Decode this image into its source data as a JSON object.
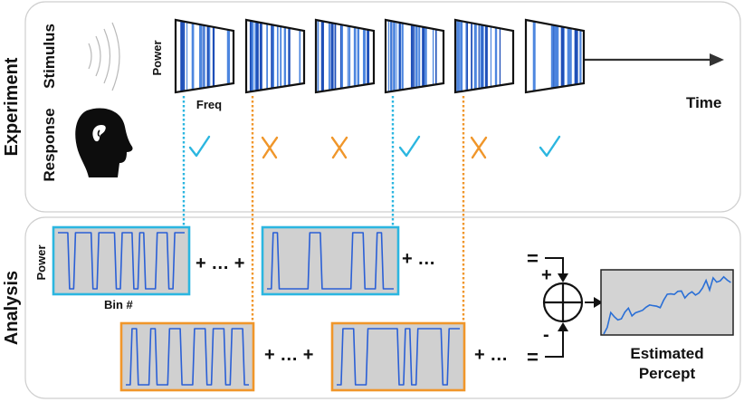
{
  "panels": {
    "experiment": {
      "title": "Experiment",
      "row_stimulus": "Stimulus",
      "row_response": "Response",
      "axis_power": "Power",
      "axis_freq": "Freq",
      "time_label": "Time",
      "responses": [
        "check",
        "cross",
        "cross",
        "check",
        "cross",
        "check"
      ]
    },
    "analysis": {
      "title": "Analysis",
      "axis_power": "Power",
      "axis_bin": "Bin #",
      "top_plus_1": "+ … +",
      "top_plus_2": "+ …",
      "bottom_plus_1": "+ … +",
      "bottom_plus_2": "+ …",
      "eq_top": "=",
      "eq_bottom": "=",
      "sign_plus": "+",
      "sign_minus": "-",
      "result_label_1": "Estimated",
      "result_label_2": "Percept"
    }
  },
  "colors": {
    "blue": "#2a5fd6",
    "cyan": "#2bb6e0",
    "orange": "#f0962a",
    "gray_fill": "#d0d0d0"
  }
}
